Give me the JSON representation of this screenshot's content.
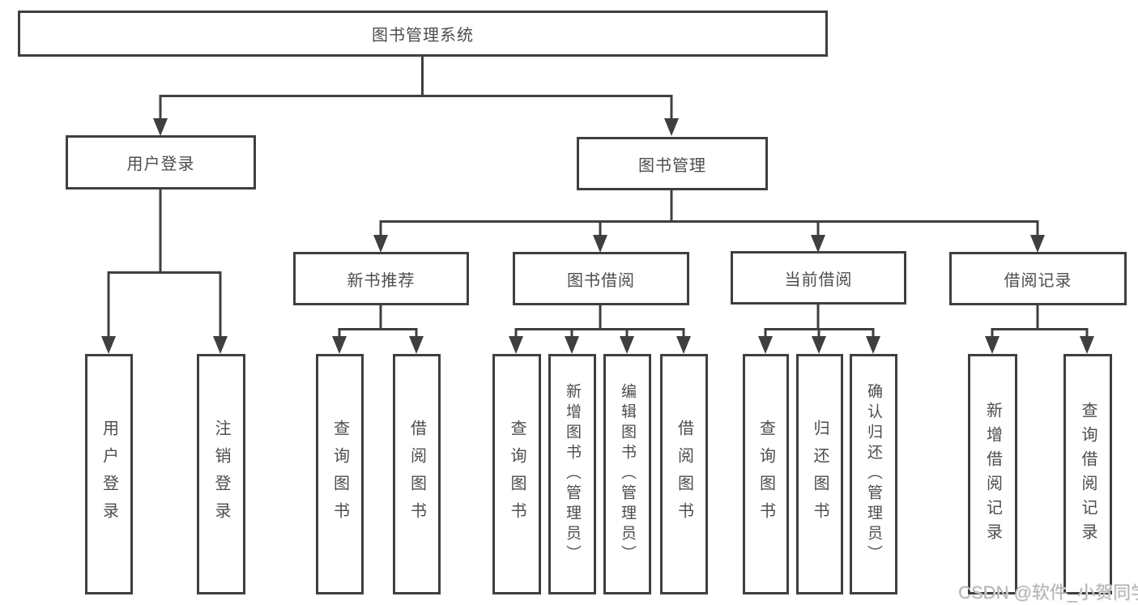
{
  "diagram": {
    "root": {
      "label": "图书管理系统"
    },
    "branches": [
      {
        "label": "用户登录",
        "children": [
          {
            "label": "用户登录"
          },
          {
            "label": "注销登录"
          }
        ]
      },
      {
        "label": "图书管理",
        "children": [
          {
            "label": "新书推荐",
            "children": [
              {
                "label": "查询图书"
              },
              {
                "label": "借阅图书"
              }
            ]
          },
          {
            "label": "图书借阅",
            "children": [
              {
                "label": "查询图书"
              },
              {
                "label": "新增图书（管理员）"
              },
              {
                "label": "编辑图书（管理员）"
              },
              {
                "label": "借阅图书"
              }
            ]
          },
          {
            "label": "当前借阅",
            "children": [
              {
                "label": "查询图书"
              },
              {
                "label": "归还图书"
              },
              {
                "label": "确认归还（管理员）"
              }
            ]
          },
          {
            "label": "借阅记录",
            "children": [
              {
                "label": "新增借阅记录"
              },
              {
                "label": "查询借阅记录"
              }
            ]
          }
        ]
      }
    ]
  },
  "watermark": {
    "text": "CSDN @软件_小贺同学"
  },
  "colors": {
    "line": "#3f3f3f",
    "text": "#4d4d4d",
    "watermark": "#b5b5b5",
    "background": "#ffffff"
  }
}
